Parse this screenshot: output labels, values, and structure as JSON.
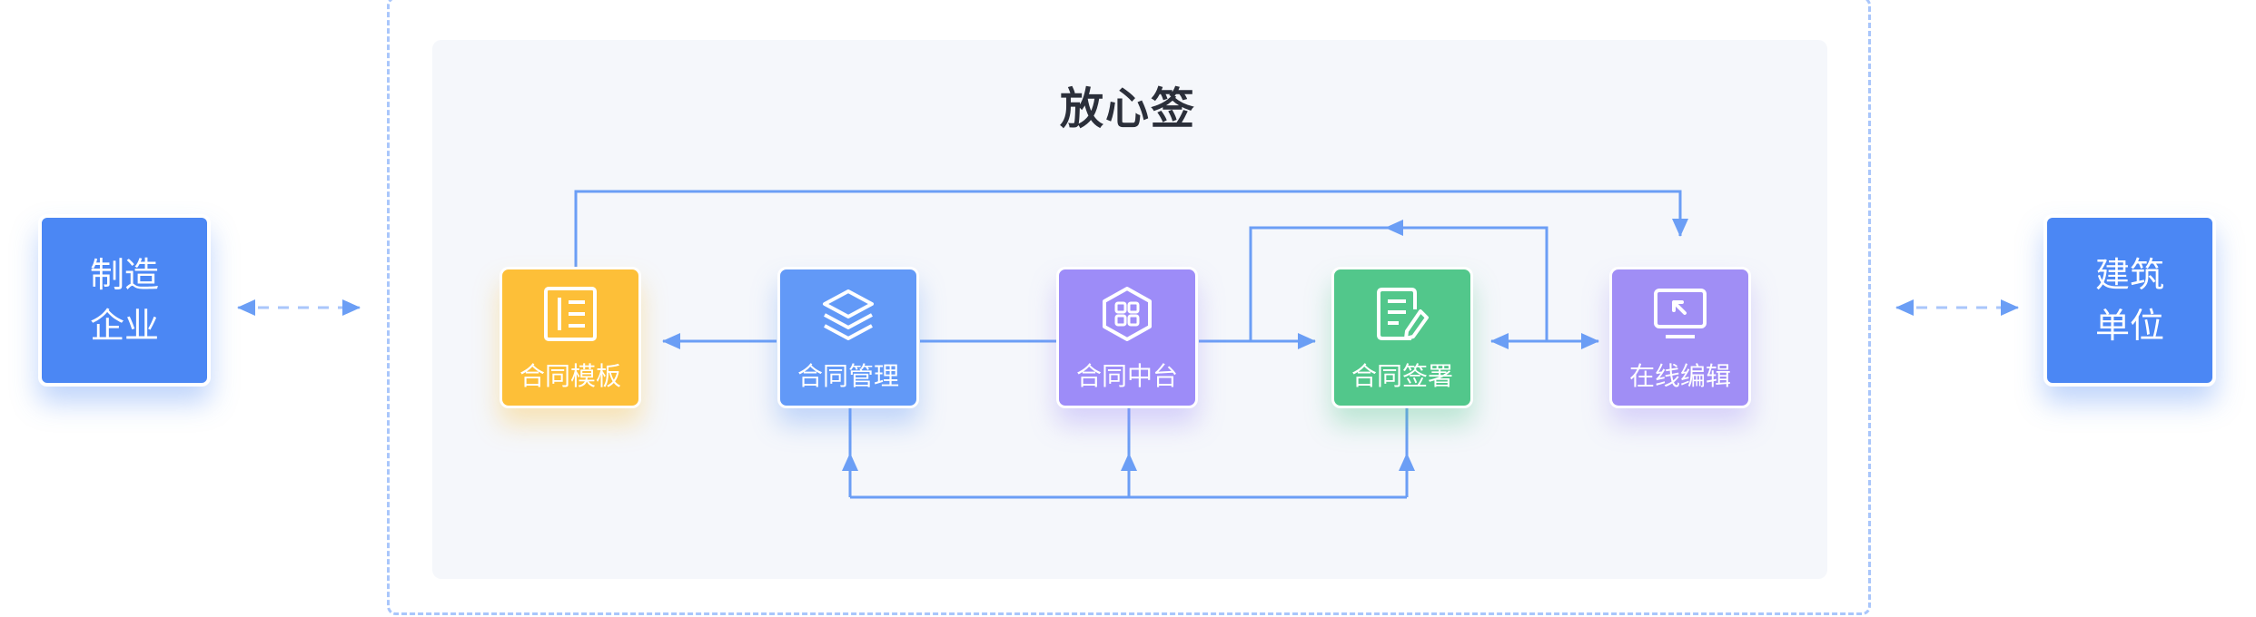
{
  "title": "放心签",
  "left_party": {
    "label": "制造企业"
  },
  "right_party": {
    "label": "建筑单位"
  },
  "nodes": [
    {
      "id": "template",
      "label": "合同模板",
      "color": "#fdbf38",
      "icon": "document-list-icon"
    },
    {
      "id": "manage",
      "label": "合同管理",
      "color": "#6299f7",
      "icon": "layers-icon"
    },
    {
      "id": "center",
      "label": "合同中台",
      "color": "#9d8cf8",
      "icon": "hexagon-grid-icon"
    },
    {
      "id": "sign",
      "label": "合同签署",
      "color": "#52c78b",
      "icon": "document-pen-icon"
    },
    {
      "id": "edit",
      "label": "在线编辑",
      "color": "#a08ef5",
      "icon": "screen-cursor-icon"
    }
  ],
  "colors": {
    "connector": "#6b9ef5",
    "frame": "#a9c6fb",
    "panel": "#f5f7fb",
    "external": "#4b87f4"
  }
}
